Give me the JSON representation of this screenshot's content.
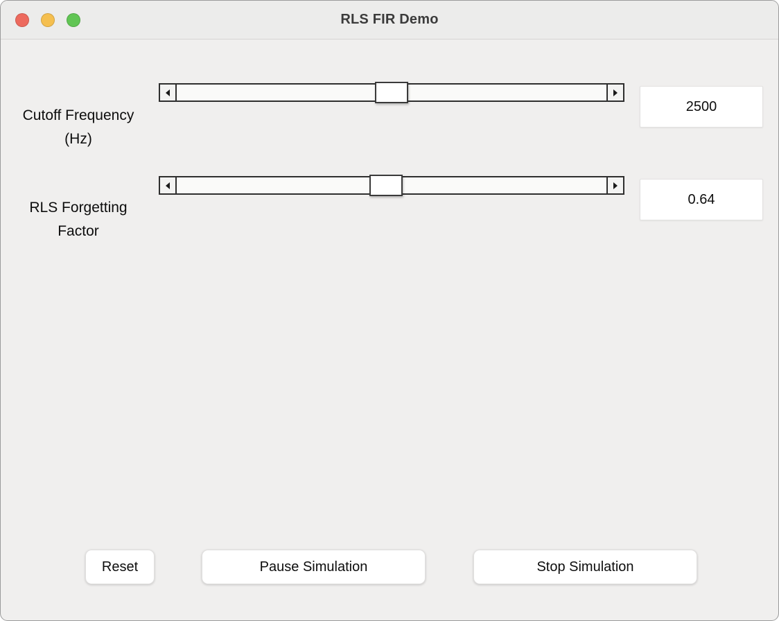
{
  "window": {
    "title": "RLS FIR Demo",
    "traffic_lights": {
      "close": "#ed6a5e",
      "minimize": "#f5bf4f",
      "zoom": "#61c554"
    }
  },
  "controls": [
    {
      "label_line1": "Cutoff Frequency",
      "label_line2": "(Hz)",
      "value": "2500",
      "thumb_left_pct": 46.4
    },
    {
      "label_line1": "RLS Forgetting",
      "label_line2": "Factor",
      "value": "0.64",
      "thumb_left_pct": 45.2
    }
  ],
  "buttons": {
    "reset": "Reset",
    "pause": "Pause Simulation",
    "stop": "Stop Simulation"
  }
}
